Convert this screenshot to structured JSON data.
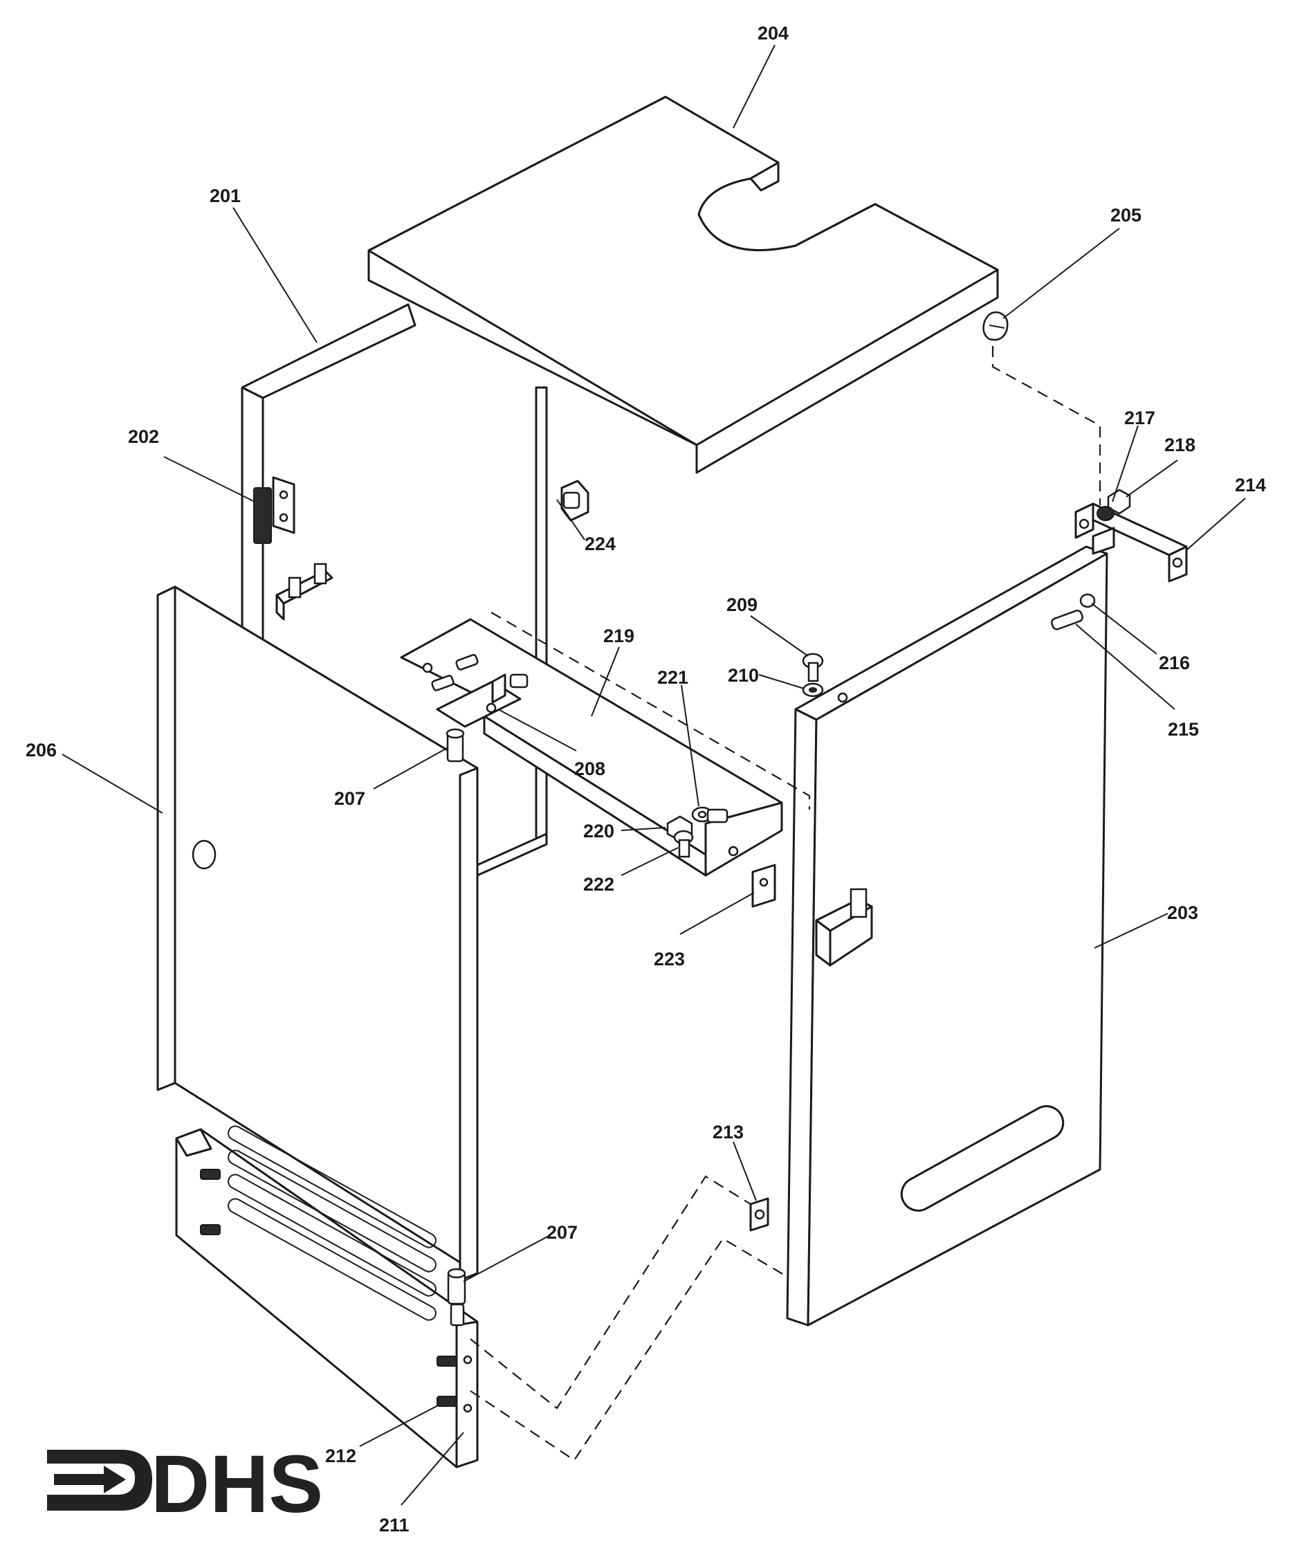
{
  "logo": {
    "text": "DHS"
  },
  "labels": {
    "p201": "201",
    "p202": "202",
    "p203": "203",
    "p204": "204",
    "p205": "205",
    "p206": "206",
    "p207a": "207",
    "p207b": "207",
    "p208": "208",
    "p209": "209",
    "p210": "210",
    "p211": "211",
    "p212": "212",
    "p213": "213",
    "p214": "214",
    "p215": "215",
    "p216": "216",
    "p217": "217",
    "p218": "218",
    "p219": "219",
    "p220": "220",
    "p221": "221",
    "p222": "222",
    "p223": "223",
    "p224": "224"
  }
}
